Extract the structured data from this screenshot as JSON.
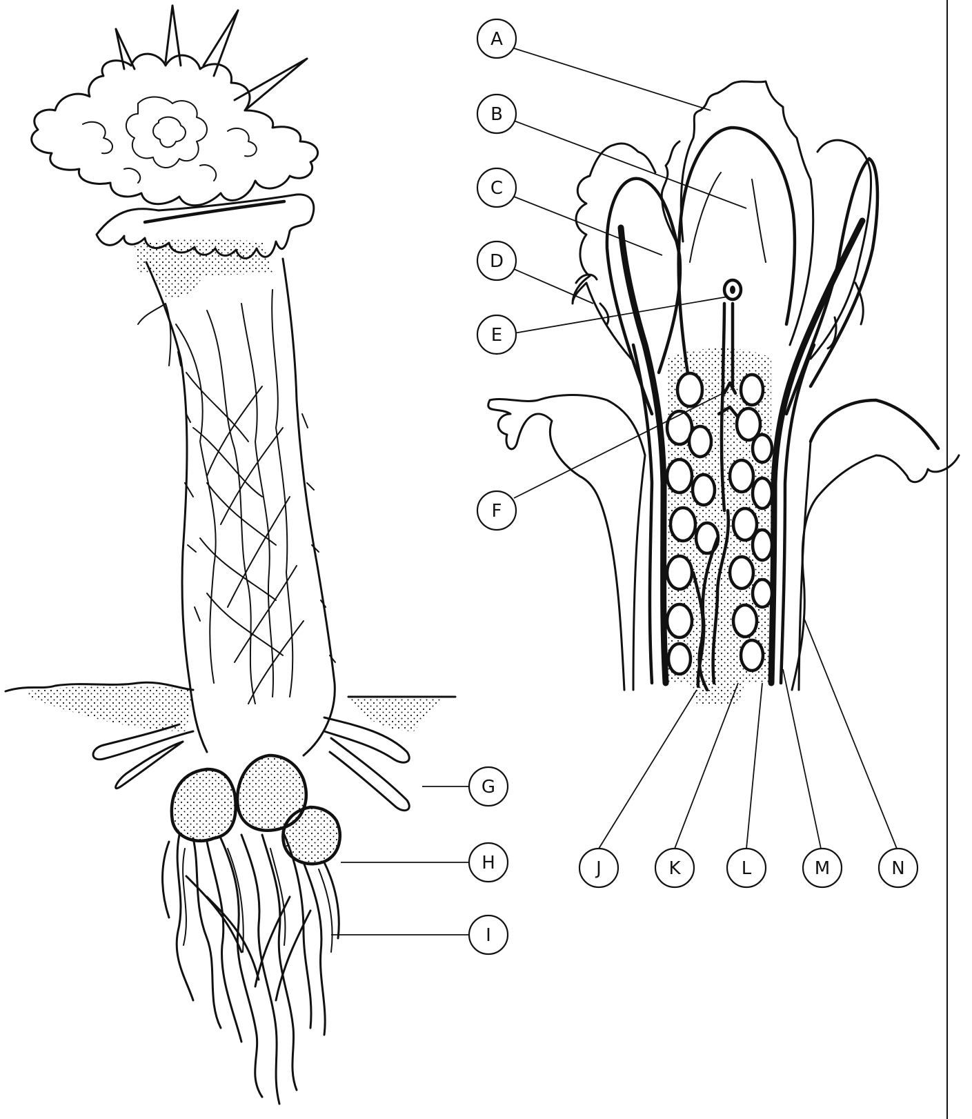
{
  "labels": [
    "A",
    "B",
    "C",
    "D",
    "E",
    "F",
    "G",
    "H",
    "I",
    "J",
    "K",
    "L",
    "M",
    "N"
  ],
  "colors": {
    "ink": "#111111",
    "paper": "#ffffff"
  }
}
